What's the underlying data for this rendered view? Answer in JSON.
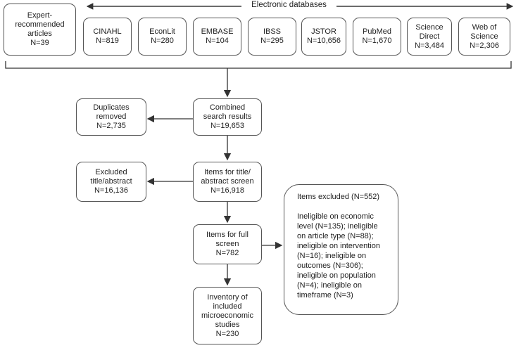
{
  "databases_label": "Electronic databases",
  "expert": {
    "lines": [
      "Expert-",
      "recommended",
      "articles",
      "N=39"
    ]
  },
  "databases": [
    {
      "lines": [
        "CINAHL",
        "N=819"
      ]
    },
    {
      "lines": [
        "EconLit",
        "N=280"
      ]
    },
    {
      "lines": [
        "EMBASE",
        "N=104"
      ]
    },
    {
      "lines": [
        "IBSS",
        "N=295"
      ]
    },
    {
      "lines": [
        "JSTOR",
        "N=10,656"
      ]
    },
    {
      "lines": [
        "PubMed",
        "N=1,670"
      ]
    },
    {
      "lines": [
        "Science",
        "Direct",
        "N=3,484"
      ]
    },
    {
      "lines": [
        "Web of",
        "Science",
        "N=2,306"
      ]
    }
  ],
  "flow": {
    "combined": {
      "lines": [
        "Combined",
        "search results",
        "N=19,653"
      ]
    },
    "title_abstract": {
      "lines": [
        "Items for title/",
        "abstract screen",
        "N=16,918"
      ]
    },
    "full_screen": {
      "lines": [
        "Items for full",
        "screen",
        "N=782"
      ]
    },
    "inventory": {
      "lines": [
        "Inventory of",
        "included",
        "microeconomic",
        "studies",
        "N=230"
      ]
    }
  },
  "side": {
    "duplicates": {
      "lines": [
        "Duplicates",
        "removed",
        "N=2,735"
      ]
    },
    "excluded_title": {
      "lines": [
        "Excluded",
        "title/abstract",
        "N=16,136"
      ]
    }
  },
  "items_excluded": {
    "title": "Items excluded (N=552)",
    "lines": [
      "Ineligible on economic",
      "level (N=135); ineligible",
      "on article type (N=88);",
      "ineligible on intervention",
      "(N=16); ineligible on",
      "outcomes (N=306);",
      "ineligible on population",
      "(N=4); ineligible on",
      "timeframe (N=3)"
    ]
  }
}
